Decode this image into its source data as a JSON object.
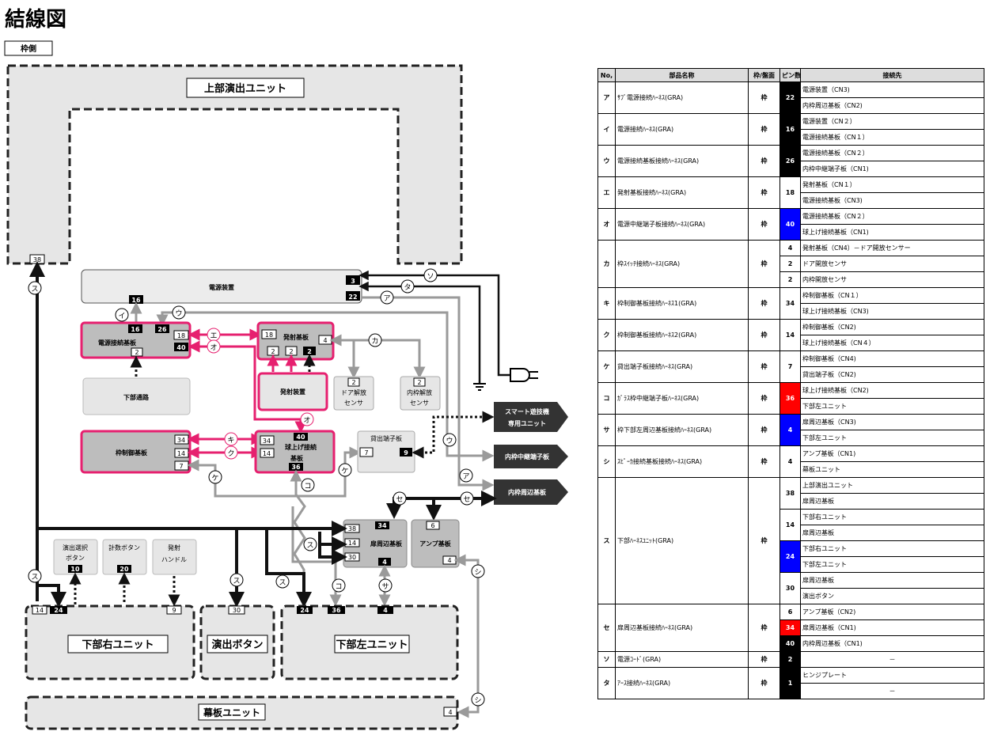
{
  "title": "結線図",
  "side_label": "枠側",
  "colors": {
    "magenta": "#e6206f",
    "gray_line": "#9a9a9a",
    "black": "#111111",
    "blue": "#0000ff",
    "red": "#ff0000"
  },
  "units": {
    "upper": "上部演出ユニット",
    "power": "電源装置",
    "power_board": "電源接続基板",
    "launch_board": "発射基板",
    "launch_device": "発射装置",
    "lower_path": "下部通路",
    "door_sensor": [
      "ドア解放",
      "センサ"
    ],
    "inner_sensor": [
      "内枠解放",
      "センサ"
    ],
    "frame_ctrl": "枠制御基板",
    "ball_board": [
      "球上げ接続",
      "基板"
    ],
    "lending_board": "貸出端子板",
    "smart": [
      "スマート遊技機",
      "専用ユニット"
    ],
    "inner_relay": "内枠中継端子板",
    "inner_peri": "内枠周辺基板",
    "door_peri": "扉周辺基板",
    "amp": "アンプ基板",
    "btn_select": [
      "演出選択",
      "ボタン"
    ],
    "btn_count": "計数ボタン",
    "btn_launch": [
      "発射",
      "ハンドル"
    ],
    "lower_right": "下部右ユニット",
    "effect_btn": "演出ボタン",
    "lower_left": "下部左ユニット",
    "curtain": "幕板ユニット"
  },
  "pins": {
    "upper": "38",
    "power_3": "3",
    "power_22": "22",
    "pb_top": "16",
    "pb_16": "16",
    "pb_26": "26",
    "pb_18": "18",
    "pb_40": "40",
    "pb_2": "2",
    "lb_18": "18",
    "lb_4": "4",
    "lb_2a": "2",
    "lb_2b": "2",
    "lb_2c": "2",
    "ds_2": "2",
    "is_2": "2",
    "fc_34": "34",
    "fc_14": "14",
    "fc_7": "7",
    "bb_40": "40",
    "bb_34": "34",
    "bb_14": "14",
    "bb_36": "36",
    "lend_7": "7",
    "lend_9": "9",
    "dp_34": "34",
    "dp_38": "38",
    "dp_14": "14",
    "dp_30": "30",
    "dp_4": "4",
    "amp_6": "6",
    "amp_4": "4",
    "bs_10": "10",
    "bc_20": "20",
    "lr_14": "14",
    "lr_24": "24",
    "lr_9": "9",
    "eb_30": "30",
    "ll_24": "24",
    "ll_36": "36",
    "ll_4": "4",
    "cu_4": "4"
  },
  "connector_labels": {
    "su": "ス",
    "i": "イ",
    "u": "ウ",
    "e": "エ",
    "o": "オ",
    "ka": "カ",
    "so": "ソ",
    "ta": "タ",
    "a": "ア",
    "ki": "キ",
    "ku": "ク",
    "ke": "ケ",
    "ko": "コ",
    "se": "セ",
    "sa": "サ",
    "shi": "シ"
  },
  "table": {
    "headers": [
      "No,",
      "部品名称",
      "枠/盤面",
      "ピン数",
      "接続先"
    ],
    "rows": [
      {
        "no": "ア",
        "name": "ｻﾌﾞ電源接続ﾊｰﾈｽ(GRA)",
        "side": "枠",
        "pins": [
          {
            "n": "22",
            "color": "black",
            "span": 2
          }
        ],
        "dest": [
          "電源装置（CN3)",
          "内枠周辺基板（CN2)"
        ]
      },
      {
        "no": "イ",
        "name": "電源接続ﾊｰﾈｽ(GRA)",
        "side": "枠",
        "pins": [
          {
            "n": "16",
            "color": "black",
            "span": 2
          }
        ],
        "dest": [
          "電源装置（CN２）",
          "電源接続基板（CN１）"
        ]
      },
      {
        "no": "ウ",
        "name": "電源接続基板接続ﾊｰﾈｽ(GRA)",
        "side": "枠",
        "pins": [
          {
            "n": "26",
            "color": "black",
            "span": 2
          }
        ],
        "dest": [
          "電源接続基板（CN２）",
          "内枠中継端子板（CN1)"
        ]
      },
      {
        "no": "エ",
        "name": "発射基板接続ﾊｰﾈｽ(GRA)",
        "side": "枠",
        "pins": [
          {
            "n": "18",
            "color": "white",
            "span": 2
          }
        ],
        "dest": [
          "発射基板（CN１）",
          "電源接続基板（CN3)"
        ]
      },
      {
        "no": "オ",
        "name": "電源中継端子板接続ﾊｰﾈｽ(GRA)",
        "side": "枠",
        "pins": [
          {
            "n": "40",
            "color": "blue",
            "span": 2
          }
        ],
        "dest": [
          "電源接続基板（CN２）",
          "球上げ接続基板（CN1)"
        ]
      },
      {
        "no": "カ",
        "name": "枠ｽｲｯﾁ接続ﾊｰﾈｽ(GRA)",
        "side": "枠",
        "pins": [
          {
            "n": "4",
            "color": "white",
            "span": 1
          },
          {
            "n": "2",
            "color": "white",
            "span": 1
          },
          {
            "n": "2",
            "color": "white",
            "span": 1
          }
        ],
        "dest": [
          "発射基板（CN4）－ドア開放センサー",
          "ドア開放センサ",
          "内枠開放センサ"
        ]
      },
      {
        "no": "キ",
        "name": "枠制御基板接続ﾊｰﾈｽ1(GRA)",
        "side": "枠",
        "pins": [
          {
            "n": "34",
            "color": "white",
            "span": 2
          }
        ],
        "dest": [
          "枠制御基板（CN１）",
          "球上げ接続基板（CN3)"
        ]
      },
      {
        "no": "ク",
        "name": "枠制御基板接続ﾊｰﾈｽ2(GRA)",
        "side": "枠",
        "pins": [
          {
            "n": "14",
            "color": "white",
            "span": 2
          }
        ],
        "dest": [
          "枠制御基板（CN2)",
          "球上げ接続基板（CN４）"
        ]
      },
      {
        "no": "ケ",
        "name": "貸出端子板接続ﾊｰﾈｽ(GRA)",
        "side": "枠",
        "pins": [
          {
            "n": "7",
            "color": "white",
            "span": 2
          }
        ],
        "dest": [
          "枠制御基板（CN4)",
          "貸出端子板（CN2)"
        ]
      },
      {
        "no": "コ",
        "name": "ｶﾞﾗｽ枠中継端子板ﾊｰﾈｽ(GRA)",
        "side": "枠",
        "pins": [
          {
            "n": "36",
            "color": "red",
            "span": 2
          }
        ],
        "dest": [
          "球上げ接続基板（CN2)",
          "下部左ユニット"
        ]
      },
      {
        "no": "サ",
        "name": "枠下部左周辺基板接続ﾊｰﾈｽ(GRA)",
        "side": "枠",
        "pins": [
          {
            "n": "4",
            "color": "blue",
            "span": 2
          }
        ],
        "dest": [
          "扉周辺基板（CN3)",
          "下部左ユニット"
        ]
      },
      {
        "no": "シ",
        "name": "ｽﾋﾟｰｶ接続基板接続ﾊｰﾈｽ(GRA)",
        "side": "枠",
        "pins": [
          {
            "n": "4",
            "color": "white",
            "span": 2
          }
        ],
        "dest": [
          "アンプ基板（CN1)",
          "幕板ユニット"
        ]
      },
      {
        "no": "ス",
        "name": "下部ﾊｰﾈｽﾕﾆｯﾄ(GRA)",
        "side": "枠",
        "pins": [
          {
            "n": "38",
            "color": "white",
            "span": 2
          },
          {
            "n": "14",
            "color": "white",
            "span": 2
          },
          {
            "n": "24",
            "color": "blue",
            "span": 2
          },
          {
            "n": "30",
            "color": "white",
            "span": 2
          }
        ],
        "dest": [
          "上部演出ユニット",
          "扉周辺基板",
          "下部右ユニット",
          "扉周辺基板",
          "下部右ユニット",
          "下部左ユニット",
          "扉周辺基板",
          "演出ボタン"
        ]
      },
      {
        "no": "セ",
        "name": "扉周辺基板接続ﾊｰﾈｽ(GRA)",
        "side": "枠",
        "pins": [
          {
            "n": "6",
            "color": "white",
            "span": 1
          },
          {
            "n": "34",
            "color": "red",
            "span": 1
          },
          {
            "n": "40",
            "color": "black",
            "span": 1
          }
        ],
        "dest": [
          "アンプ基板（CN2)",
          "扉周辺基板（CN1)",
          "内枠周辺基板（CN1)"
        ]
      },
      {
        "no": "ソ",
        "name": "電源ｺｰﾄﾞ(GRA)",
        "side": "枠",
        "pins": [
          {
            "n": "2",
            "color": "black",
            "span": 2
          }
        ],
        "dest": [
          "－"
        ],
        "dest_span": 2
      },
      {
        "no": "タ",
        "name": "ｱｰｽ接続ﾊｰﾈｽ(GRA)",
        "side": "枠",
        "pins": [
          {
            "n": "1",
            "color": "black",
            "span": 2
          }
        ],
        "dest": [
          "ヒンジプレート",
          "－"
        ]
      }
    ]
  }
}
